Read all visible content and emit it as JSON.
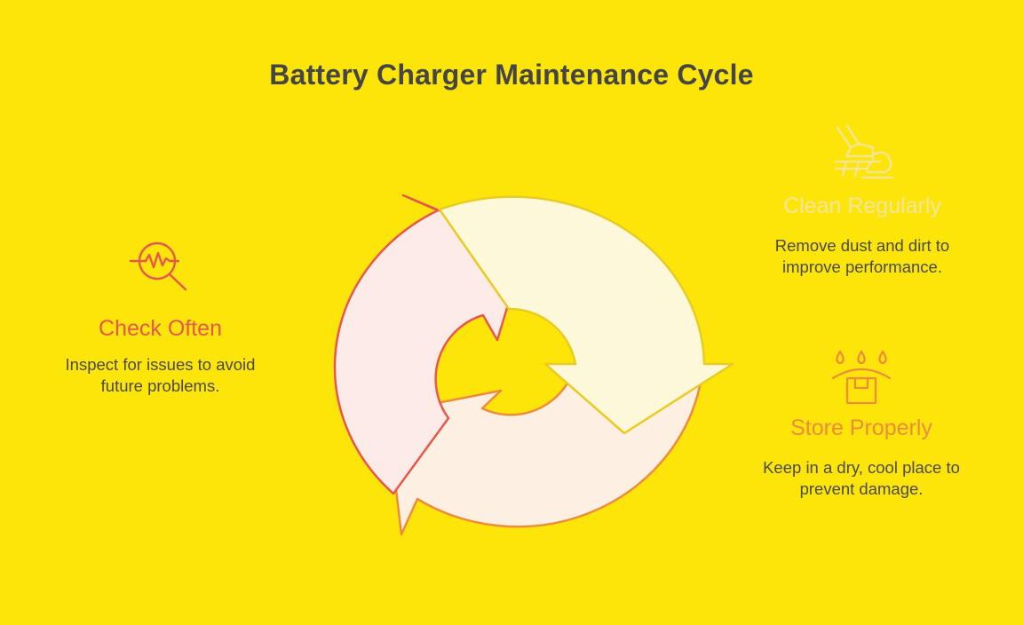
{
  "title": "Battery Charger Maintenance Cycle",
  "steps": [
    {
      "id": "check",
      "heading": "Check Often",
      "description": "Inspect for issues to avoid future problems.",
      "icon": "magnifier-pulse-icon",
      "color": "#E8574E",
      "arrow_fill": "#FDEBE8"
    },
    {
      "id": "clean",
      "heading": "Clean Regularly",
      "description": "Remove dust and dirt to improve performance.",
      "icon": "cleaning-brush-icon",
      "color": "#F3E59C",
      "arrow_fill": "#FEF8DA"
    },
    {
      "id": "store",
      "heading": "Store Properly",
      "description": "Keep in a dry, cool place to prevent damage.",
      "icon": "box-shelter-drops-icon",
      "color": "#EE8C3D",
      "arrow_fill": "#FDEFE2"
    }
  ],
  "colors": {
    "background": "#FDE50A",
    "title": "#454545",
    "text": "#4a4a4a"
  }
}
